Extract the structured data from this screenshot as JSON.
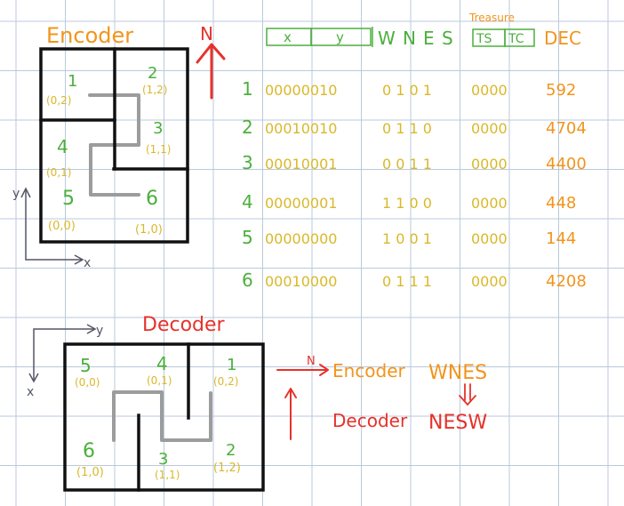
{
  "colors": {
    "grid": "#b9c9dc",
    "orange": "#f2941c",
    "green": "#4caf3c",
    "yellow": "#d9b82a",
    "red": "#e6322a",
    "black": "#111111",
    "gray": "#9c9c9c",
    "axis": "#555566"
  },
  "encoder": {
    "title": "Encoder",
    "north": "N",
    "axis_y": "y",
    "axis_x": "x",
    "cells": [
      {
        "num": "1",
        "coord": "(0,2)"
      },
      {
        "num": "2",
        "coord": "(1,2)"
      },
      {
        "num": "3",
        "coord": "(1,1)"
      },
      {
        "num": "4",
        "coord": "(0,1)"
      },
      {
        "num": "5",
        "coord": "(0,0)"
      },
      {
        "num": "6",
        "coord": "(1,0)"
      }
    ]
  },
  "table": {
    "treasure_label": "Treasure",
    "headers": [
      "x",
      "y",
      "W",
      "N",
      "E",
      "S",
      "TS",
      "TC",
      "DEC"
    ],
    "rows": [
      {
        "id": "1",
        "xy": "00000010",
        "wnes": "0 1 0 1",
        "treasure": "0000",
        "dec": "592"
      },
      {
        "id": "2",
        "xy": "00010010",
        "wnes": "0 1 1 0",
        "treasure": "0000",
        "dec": "4704"
      },
      {
        "id": "3",
        "xy": "00010001",
        "wnes": "0 0 1 1",
        "treasure": "0000",
        "dec": "4400"
      },
      {
        "id": "4",
        "xy": "00000001",
        "wnes": "1 1 0 0",
        "treasure": "0000",
        "dec": "448"
      },
      {
        "id": "5",
        "xy": "00000000",
        "wnes": "1 0 0 1",
        "treasure": "0000",
        "dec": "144"
      },
      {
        "id": "6",
        "xy": "00010000",
        "wnes": "0 1 1 1",
        "treasure": "0000",
        "dec": "4208"
      }
    ]
  },
  "decoder": {
    "title": "Decoder",
    "axis_y": "y",
    "axis_x": "x",
    "cells": [
      {
        "num": "5",
        "coord": "(0,0)"
      },
      {
        "num": "4",
        "coord": "(0,1)"
      },
      {
        "num": "1",
        "coord": "(0,2)"
      },
      {
        "num": "6",
        "coord": "(1,0)"
      },
      {
        "num": "3",
        "coord": "(1,1)"
      },
      {
        "num": "2",
        "coord": "(1,2)"
      }
    ]
  },
  "mapping": {
    "arrow_north": "N",
    "encoder_label": "Encoder",
    "encoder_dirs": "WNES",
    "decoder_label": "Decoder",
    "decoder_dirs": "NESW"
  }
}
